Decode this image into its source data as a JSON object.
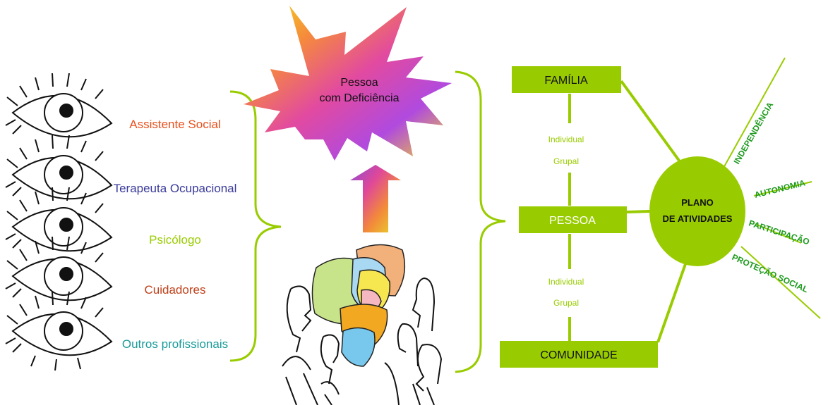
{
  "professionals": [
    {
      "label": "Assistente Social",
      "color": "#e8501c"
    },
    {
      "label": "Terapeuta Ocupacional",
      "color": "#3a3a9a"
    },
    {
      "label": "Psicólogo",
      "color": "#99cc00"
    },
    {
      "label": "Cuidadores",
      "color": "#c0401a"
    },
    {
      "label": "Outros profissionais",
      "color": "#1a9a9a"
    }
  ],
  "center": {
    "star_line1": "Pessoa",
    "star_line2": "com Deficiência"
  },
  "right": {
    "box_family": "FAMÍLIA",
    "box_person": "PESSOA",
    "box_community": "COMUNIDADE",
    "mode_top_individual": "Individual",
    "mode_top_group": "Grupal",
    "mode_bottom_individual": "Individual",
    "mode_bottom_group": "Grupal",
    "plan_line1": "PLANO",
    "plan_line2": "DE ATIVIDADES",
    "outcome_independence": "INDEPENDÊNCIA",
    "outcome_autonomy": "AUTONOMIA",
    "outcome_participation": "PARTICIPAÇÃO",
    "outcome_protection": "PROTEÇÃO SOCIAL"
  },
  "colors": {
    "accent_green": "#99cc00",
    "outcome_green": "#1e9a1e"
  }
}
